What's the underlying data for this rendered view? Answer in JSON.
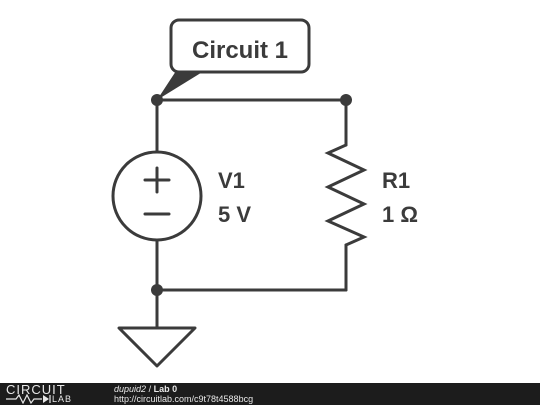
{
  "circuit_label": "Circuit 1",
  "components": {
    "source": {
      "name": "V1",
      "value": "5 V"
    },
    "resistor": {
      "name": "R1",
      "value": "1 Ω"
    }
  },
  "footer": {
    "logo_top": "CIRCUIT",
    "logo_bottom": "LAB",
    "user": "dupuid2",
    "separator": "/",
    "title": "Lab 0",
    "url": "http://circuitlab.com/c9t78t4588bcg"
  }
}
